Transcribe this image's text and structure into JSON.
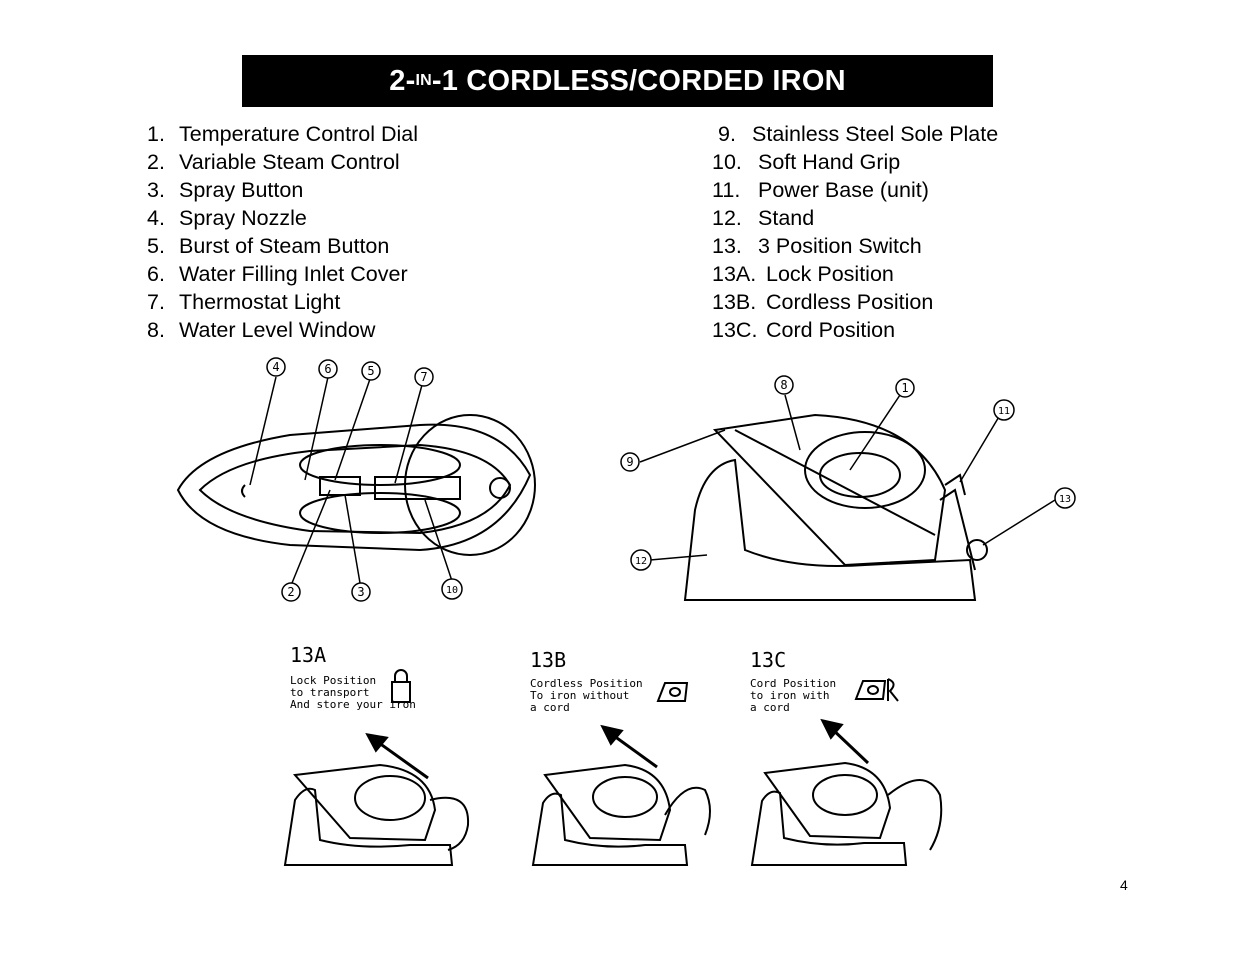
{
  "title": {
    "prefix": "2-",
    "small": "IN",
    "suffix": "-1 CORDLESS/CORDED IRON"
  },
  "parts_left": [
    {
      "num": "1.",
      "label": "Temperature Control Dial"
    },
    {
      "num": "2.",
      "label": "Variable Steam Control"
    },
    {
      "num": "3.",
      "label": "Spray Button"
    },
    {
      "num": "4.",
      "label": "Spray Nozzle"
    },
    {
      "num": "5.",
      "label": "Burst of Steam Button"
    },
    {
      "num": "6.",
      "label": "Water Filling Inlet Cover"
    },
    {
      "num": "7.",
      "label": "Thermostat Light"
    },
    {
      "num": "8.",
      "label": "Water Level Window"
    }
  ],
  "parts_right": [
    {
      "num": " 9.",
      "label": "Stainless Steel Sole Plate"
    },
    {
      "num": "10.",
      "label": "Soft Hand Grip"
    },
    {
      "num": "11.",
      "label": "Power Base (unit)"
    },
    {
      "num": "12.",
      "label": "Stand"
    },
    {
      "num": "13.",
      "label": "3 Position Switch"
    },
    {
      "num": "13A.",
      "label": "Lock Position"
    },
    {
      "num": "13B.",
      "label": "Cordless Position"
    },
    {
      "num": "13C.",
      "label": "Cord Position"
    }
  ],
  "top_view_callouts": [
    "4",
    "6",
    "5",
    "7",
    "2",
    "3",
    "10"
  ],
  "side_view_callouts": [
    "8",
    "1",
    "11",
    "9",
    "12",
    "13"
  ],
  "modes": [
    {
      "tag": "13A",
      "line1": "Lock Position",
      "line2": "to transport",
      "line3": "And store your iron",
      "icon": "lock-icon"
    },
    {
      "tag": "13B",
      "line1": "Cordless Position",
      "line2": "To iron without",
      "line3": "a cord",
      "icon": "cordless-iron-icon"
    },
    {
      "tag": "13C",
      "line1": "Cord Position",
      "line2": "to iron with",
      "line3": "a cord",
      "icon": "corded-iron-icon"
    }
  ],
  "page_number": "4"
}
